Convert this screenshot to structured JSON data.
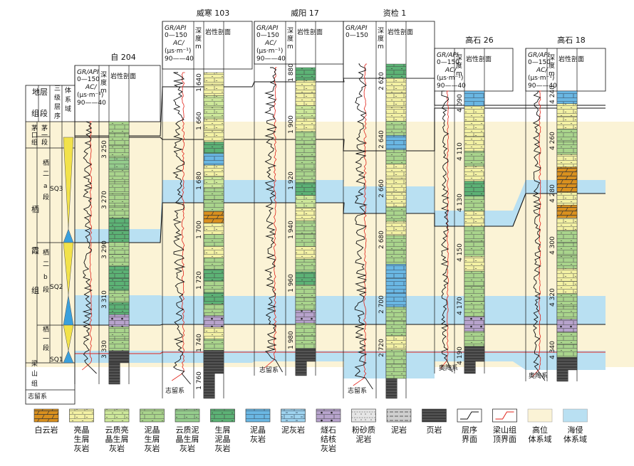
{
  "wells": [
    {
      "id": "w0",
      "name": "自 204",
      "depths": [
        "3 250",
        "3 270",
        "3 290",
        "3 310",
        "3 330"
      ],
      "lith": [
        "db",
        "db",
        "db",
        "cal",
        "db",
        "db",
        "db",
        "db",
        "dj",
        "dj",
        "db",
        "db",
        "dj",
        "dj",
        "db",
        "dj",
        "bt",
        "db",
        "db",
        "sh"
      ]
    },
    {
      "id": "w1",
      "name": "威寒 103",
      "depths": [
        "1 640",
        "1 660",
        "1 680",
        "1 700",
        "1 720",
        "1 740",
        "1 760"
      ],
      "lith": [
        "lb",
        "lb",
        "bw",
        "bw",
        "lb",
        "lb",
        "dj",
        "bl",
        "lb",
        "bw",
        "db",
        "db",
        "do",
        "lb",
        "db",
        "lb",
        "db",
        "dj",
        "db",
        "dj",
        "db",
        "bt",
        "lb",
        "db",
        "sh",
        "sh"
      ]
    },
    {
      "id": "w2",
      "name": "威阳 17",
      "depths": [
        "1 880",
        "1 900",
        "1 920",
        "1 940",
        "1 960",
        "1 980"
      ],
      "lith": [
        "dj",
        "lb",
        "lb",
        "bw",
        "lb",
        "db",
        "db",
        "db",
        "db",
        "dj",
        "bw",
        "lb",
        "db",
        "db",
        "lb",
        "db",
        "dj",
        "db",
        "db",
        "bt",
        "db",
        "db",
        "sh"
      ]
    },
    {
      "id": "w3",
      "name": "资检 1",
      "depths": [
        "2 620",
        "2 640",
        "2 660",
        "2 680",
        "2 700",
        "2 720"
      ],
      "lith": [
        "dj",
        "lb",
        "lb",
        "lb",
        "db",
        "bl",
        "db",
        "lb",
        "lb",
        "lb",
        "db",
        "lb",
        "db",
        "db",
        "bl",
        "bl",
        "bl",
        "db",
        "db",
        "lb",
        "db",
        "db"
      ]
    },
    {
      "id": "w4",
      "name": "高石 26",
      "depths": [
        "4 090",
        "4 110",
        "4 130",
        "4 150",
        "4 170",
        "4 190"
      ],
      "lith": [
        "bl",
        "lb",
        "lb",
        "lb",
        "db",
        "lb",
        "dj",
        "db",
        "lb",
        "db",
        "db",
        "lb",
        "db",
        "db",
        "db",
        "bt",
        "db",
        "sh"
      ]
    },
    {
      "id": "w5",
      "name": "高石 18",
      "depths": [
        "4 240",
        "4 260",
        "4 280",
        "4 300",
        "4 320",
        "4 340"
      ],
      "lith": [
        "bl",
        "lb",
        "lb",
        "db",
        "db",
        "lb",
        "do",
        "do",
        "lb",
        "do",
        "lb",
        "db",
        "db",
        "db",
        "lb",
        "lb",
        "db",
        "db",
        "bt",
        "db",
        "db",
        "sh"
      ]
    }
  ],
  "hdr": {
    "gr": "GR/API",
    "gr_range": "0—150",
    "ac": "AC/",
    "ac_unit": "(μs·m⁻¹)",
    "ac_range": "90——40",
    "depth_chars": [
      "深",
      "度",
      "m"
    ],
    "lith": "岩性剖面",
    "col_layer": "地层",
    "col_zu": "组",
    "col_duan": "段",
    "col_seq_chars": [
      "三",
      "级",
      "层",
      "序"
    ],
    "col_sys_chars": [
      "体",
      "系",
      "域"
    ]
  },
  "strat": {
    "maokou_chars": [
      "茅",
      "口",
      "组"
    ],
    "mao_seg_chars": [
      "茅",
      "一",
      "段"
    ],
    "qixia_chars": [
      "栖",
      "霞",
      "组"
    ],
    "qi2a_chars": [
      "栖",
      "二",
      "a",
      "段"
    ],
    "qi2b_chars": [
      "栖",
      "二",
      "b",
      "段"
    ],
    "qi1_chars": [
      "栖",
      "一",
      "段"
    ],
    "liangshan_chars": [
      "梁",
      "山",
      "组"
    ],
    "zhiliu": "志留系",
    "aotao": "奥陶系",
    "sq3": "SQ3",
    "sq2": "SQ2",
    "sq1": "SQ1"
  },
  "legend": [
    {
      "key": "do",
      "lines": [
        "白云岩"
      ]
    },
    {
      "key": "lb",
      "lines": [
        "亮晶",
        "生屑",
        "灰岩"
      ]
    },
    {
      "key": "bw",
      "lines": [
        "云质亮",
        "晶生屑",
        "灰岩"
      ]
    },
    {
      "key": "db",
      "lines": [
        "泥晶",
        "生屑",
        "灰岩"
      ]
    },
    {
      "key": "cal",
      "lines": [
        "云质泥",
        "晶生屑",
        "灰岩"
      ]
    },
    {
      "key": "dj",
      "lines": [
        "生屑",
        "泥晶",
        "灰岩"
      ]
    },
    {
      "key": "bl",
      "lines": [
        "泥晶",
        "灰岩"
      ]
    },
    {
      "key": "ml",
      "lines": [
        "泥灰岩"
      ]
    },
    {
      "key": "bt",
      "lines": [
        "燧石",
        "结核",
        "灰岩"
      ]
    },
    {
      "key": "silt",
      "lines": [
        "粉砂质",
        "泥岩"
      ]
    },
    {
      "key": "mud",
      "lines": [
        "泥岩"
      ]
    },
    {
      "key": "sh",
      "lines": [
        "页岩"
      ]
    },
    {
      "key": "seqline",
      "lines": [
        "层序",
        "界面"
      ]
    },
    {
      "key": "topline",
      "lines": [
        "梁山组",
        "顶界面"
      ]
    },
    {
      "key": "hst",
      "lines": [
        "高位",
        "体系域"
      ]
    },
    {
      "key": "tst",
      "lines": [
        "海侵",
        "体系域"
      ]
    }
  ],
  "colors": {
    "hst": "#fbf3d6",
    "tst": "#b9e0f2",
    "do": "#d9901e",
    "lb": "#f3f1a4",
    "bw": "#cde89a",
    "db": "#a9d48c",
    "cal": "#94cc8c",
    "dj": "#5cb275",
    "bl": "#6ab7e3",
    "ml": "#9ed3ef",
    "bt": "#b7a3cc",
    "gr": "#111111",
    "ac": "#e2231a"
  }
}
